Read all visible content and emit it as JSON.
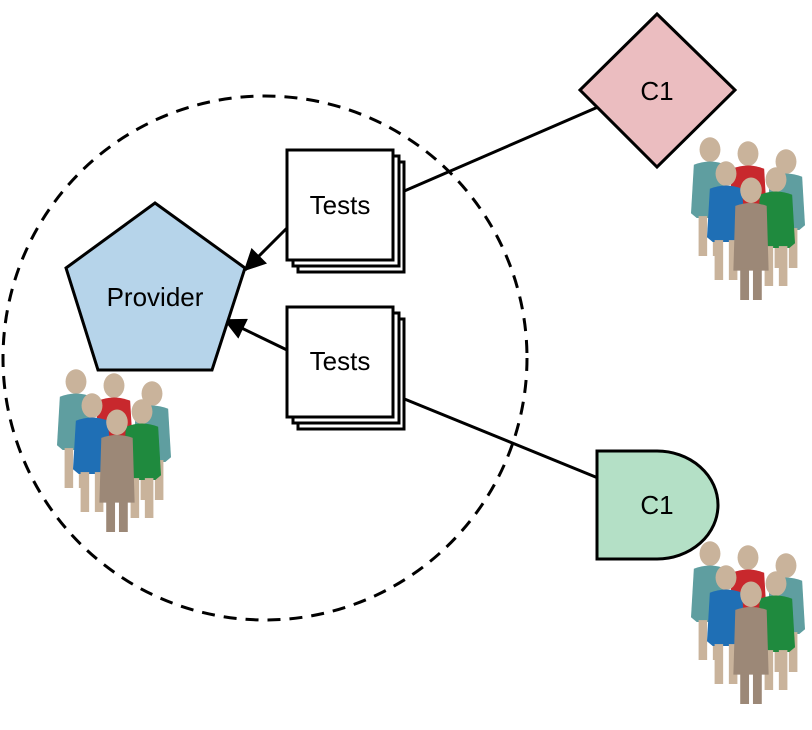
{
  "provider": {
    "label": "Provider",
    "fill": "#b6d4ea"
  },
  "tests_top": {
    "label": "Tests"
  },
  "tests_bottom": {
    "label": "Tests"
  },
  "consumer_top": {
    "label": "C1",
    "fill": "#ebbdc0"
  },
  "consumer_bottom": {
    "label": "C1",
    "fill": "#b4e0c6"
  },
  "people_icon": "group-of-people-icon",
  "colors": {
    "stroke": "#000000",
    "skin": "#c9b39b",
    "blue": "#1f6fb5",
    "red": "#c8282d",
    "green": "#1f8a3e",
    "teal": "#5f9ea0",
    "taupe": "#9c8877"
  }
}
